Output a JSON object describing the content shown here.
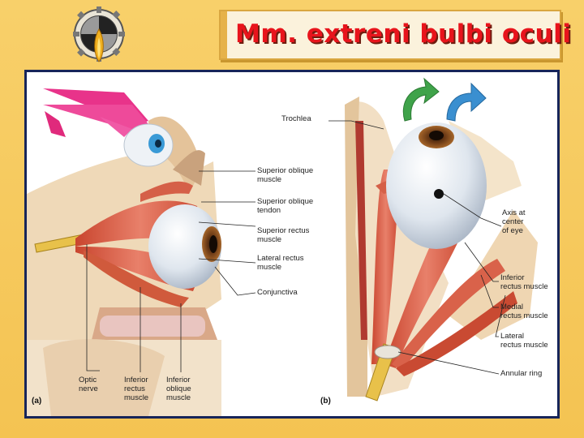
{
  "slide": {
    "title": "Mm. extreni bulbi oculi",
    "colors": {
      "background": "#f6c85c",
      "title_red": "#e8141c",
      "figure_border": "#17255a"
    },
    "logo_icon": "compass-gear-logo-icon"
  },
  "figure": {
    "panel_a": {
      "tag": "(a)",
      "labels": {
        "superior_oblique_muscle": "Superior oblique\nmuscle",
        "superior_oblique_tendon": "Superior oblique\ntendon",
        "superior_rectus_muscle": "Superior rectus\nmuscle",
        "lateral_rectus_muscle": "Lateral rectus\nmuscle",
        "conjunctiva": "Conjunctiva",
        "optic_nerve": "Optic\nnerve",
        "inferior_rectus_muscle": "Inferior\nrectus\nmuscle",
        "inferior_oblique_muscle": "Inferior\noblique\nmuscle"
      }
    },
    "panel_b": {
      "tag": "(b)",
      "labels": {
        "trochlea": "Trochlea",
        "axis_center_of_eye": "Axis at\ncenter\nof eye",
        "inferior_rectus_muscle": "Inferior\nrectus muscle",
        "medial_rectus_muscle": "Medial\nrectus muscle",
        "lateral_rectus_muscle": "Lateral\nrectus muscle",
        "annular_ring": "Annular ring"
      },
      "rotation_arrows": {
        "left_color": "#3fa34a",
        "right_color": "#3a8fd0"
      }
    }
  }
}
